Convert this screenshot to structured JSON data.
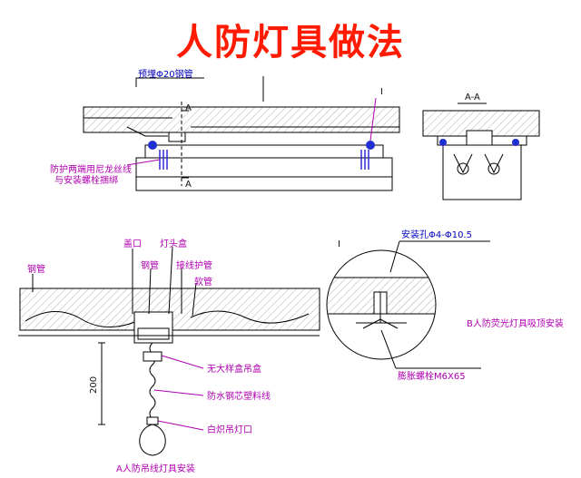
{
  "title": "人防灯具做法",
  "plan": {
    "top_label": "预埋Φ20钢管",
    "mark_a_top": "A",
    "mark_a_bottom": "A",
    "mark_i": "I",
    "left_note_1": "防护两端用尼龙丝线",
    "left_note_2": "与安装螺栓捆绑"
  },
  "section_aa": {
    "label": "A-A"
  },
  "hanging": {
    "label_pipe": "钢管",
    "label_plug": "盖口",
    "label_box": "灯头盒",
    "label_steel": "钢管",
    "label_joint": "接线护管",
    "label_hose": "软管",
    "label_cover": "无大样盒吊盒",
    "label_wire": "防水钢芯塑料线",
    "label_lamp": "白炽吊灯口",
    "dim": "200",
    "caption": "A人防吊线灯具安装"
  },
  "detail_i": {
    "mark": "I",
    "top_label": "安装孔Φ4-Φ10.5",
    "bottom_label": "膨胀螺栓M6X65",
    "side_label": "B人防荧光灯具吸顶安装"
  }
}
